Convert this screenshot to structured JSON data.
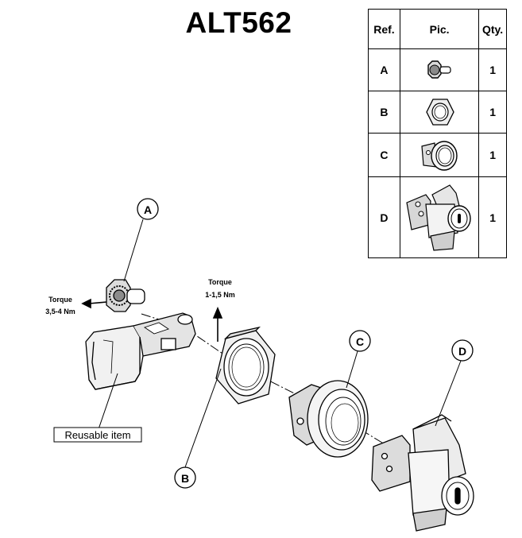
{
  "title": "ALT562",
  "table": {
    "headers": {
      "ref": "Ref.",
      "pic": "Pic.",
      "qty": "Qty."
    },
    "rows": [
      {
        "ref": "A",
        "qty": "1",
        "icon": "bolt-icon"
      },
      {
        "ref": "B",
        "qty": "1",
        "icon": "hex-nut-icon"
      },
      {
        "ref": "C",
        "qty": "1",
        "icon": "lock-housing-icon"
      },
      {
        "ref": "D",
        "qty": "1",
        "icon": "cam-lock-icon"
      }
    ]
  },
  "callouts": {
    "a": "A",
    "b": "B",
    "c": "C",
    "d": "D"
  },
  "torque_bolt": {
    "line1": "Torque",
    "line2": "3,5-4 Nm"
  },
  "torque_nut": {
    "line1": "Torque",
    "line2": "1-1,5 Nm"
  },
  "reusable_label": "Reusable item"
}
